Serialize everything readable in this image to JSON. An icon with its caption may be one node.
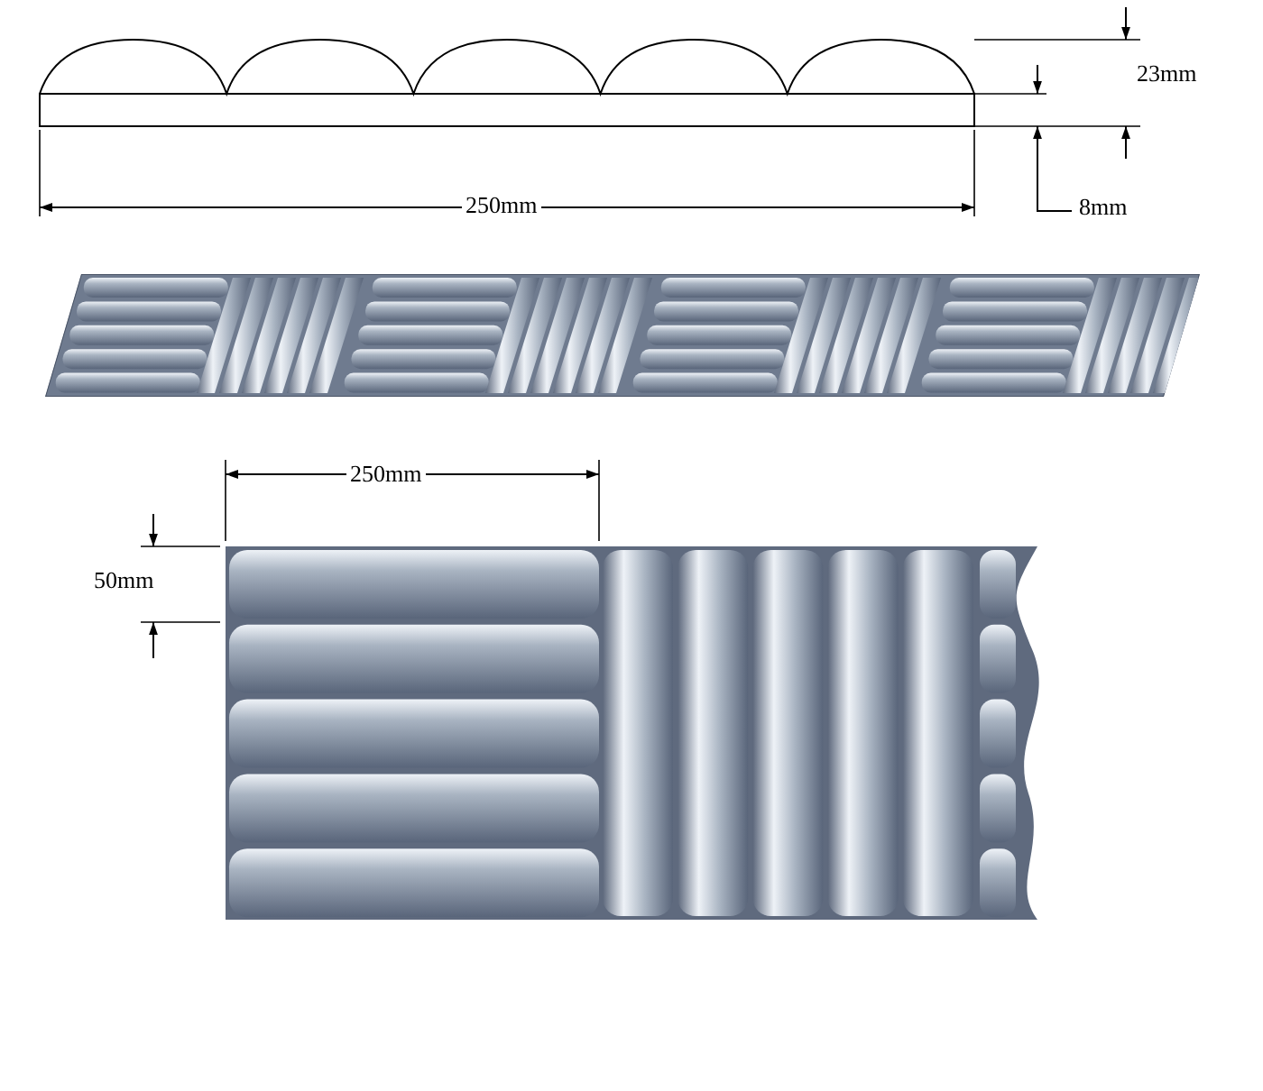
{
  "diagram": {
    "labels": [
      "23mm",
      "8mm",
      "250mm",
      "250mm",
      "50mm"
    ]
  }
}
